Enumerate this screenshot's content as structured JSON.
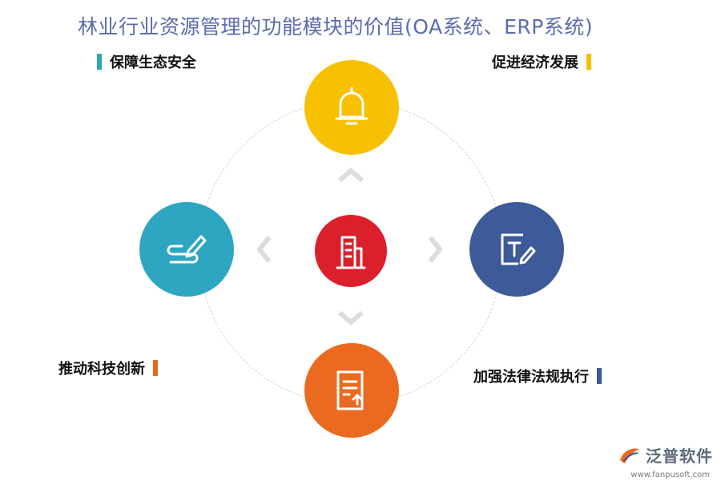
{
  "title": "林业行业资源管理的功能模块的价值(OA系统、ERP系统)",
  "labels": {
    "top_left": "保障生态安全",
    "top_right": "促进经济发展",
    "bottom_left": "推动科技创新",
    "bottom_right": "加强法律法规执行"
  },
  "colors": {
    "title": "#5b6bb0",
    "teal": "#2ea6c2",
    "yellow": "#f7c000",
    "orange": "#ec6a1f",
    "navy": "#3d5a99",
    "red": "#db1f2b",
    "arrow": "#dcdcdc"
  },
  "icons": {
    "top": "bell-icon",
    "left": "signature-icon",
    "right": "text-edit-icon",
    "bottom": "document-upload-icon",
    "center": "building-icon"
  },
  "watermark": {
    "brand": "泛普软件",
    "url": "www.fanpusoft.com"
  }
}
